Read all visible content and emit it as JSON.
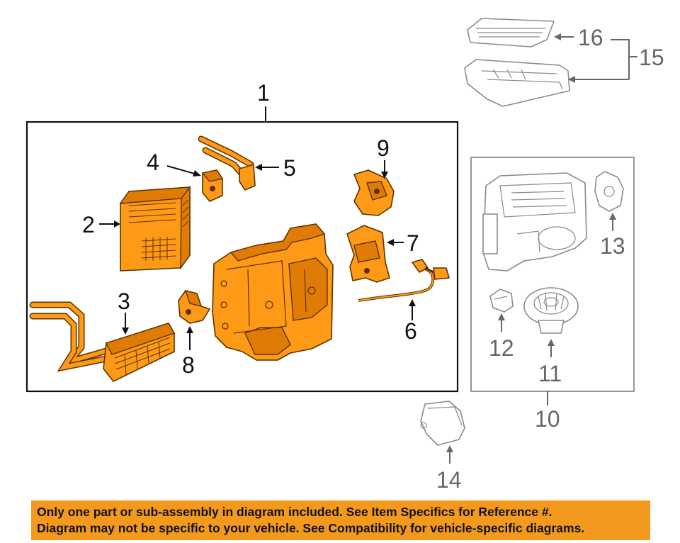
{
  "callouts": {
    "c1": "1",
    "c2": "2",
    "c3": "3",
    "c4": "4",
    "c5": "5",
    "c6": "6",
    "c7": "7",
    "c8": "8",
    "c9": "9",
    "c10": "10",
    "c11": "11",
    "c12": "12",
    "c13": "13",
    "c14": "14",
    "c15": "15",
    "c16": "16"
  },
  "colors": {
    "highlight": "#ff9a16",
    "banner": "#f39a1e",
    "outline_gray": "#8a8a8a"
  },
  "banner": {
    "line1": "Only one part or sub-assembly in diagram included. See Item Specifics for Reference #.",
    "line2": "Diagram may not be specific to your vehicle. See Compatibility for vehicle-specific diagrams."
  }
}
